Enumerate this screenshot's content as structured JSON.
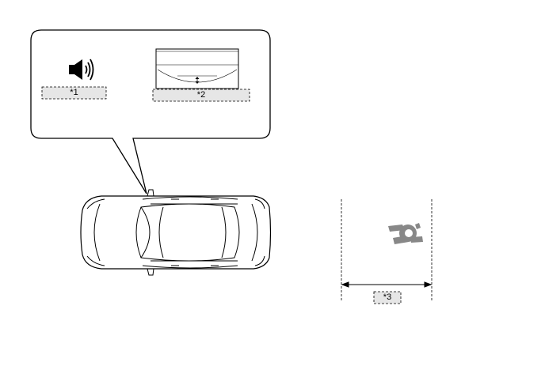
{
  "callouts": {
    "speaker_label": "*1",
    "mirror_label": "*2",
    "distance_label": "*3"
  },
  "icons": {
    "speaker": "speaker-icon",
    "mirror": "rear-view-mirror-icon",
    "vehicle": "vehicle-top-view",
    "pedestrian": "pedestrian-top-view-icon"
  },
  "colors": {
    "line": "#000000",
    "label_box_fill": "#e6e6e6",
    "pedestrian": "#888888"
  }
}
